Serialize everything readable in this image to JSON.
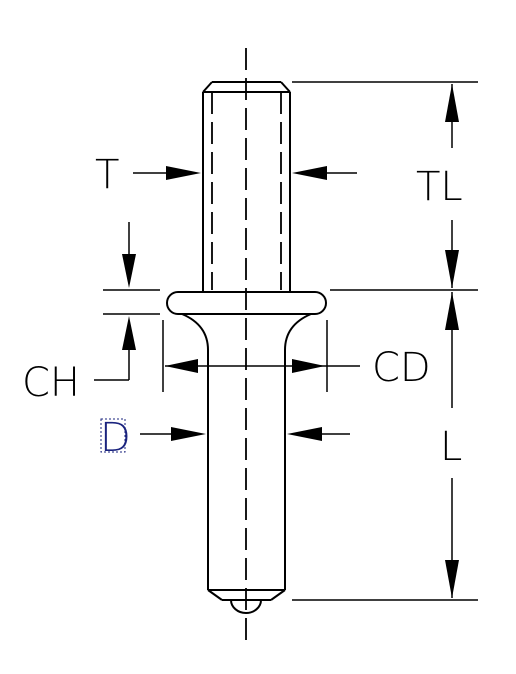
{
  "labels": {
    "T": "T",
    "TL": "TL",
    "CH": "CH",
    "CD": "CD",
    "D": "D",
    "L": "L"
  }
}
